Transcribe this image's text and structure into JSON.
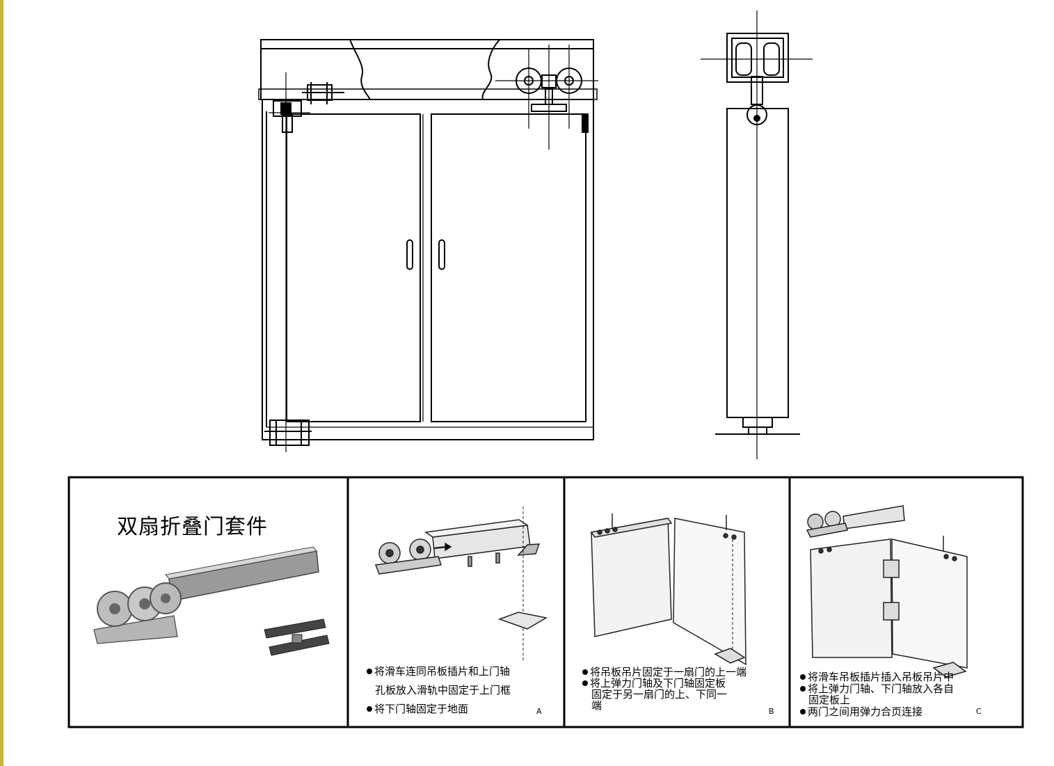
{
  "kit_title": "双扇折叠门套件",
  "panel_a": {
    "letter": "A",
    "steps": [
      "将滑车连同吊板插片和上门轴",
      "孔板放入滑轨中固定于上门框",
      "将下门轴固定于地面"
    ]
  },
  "panel_b": {
    "letter": "B",
    "steps": [
      "将吊板吊片固定于一扇门的上一端",
      "将上弹力门轴及下门轴固定板",
      "固定于另一扇门的上、下同一",
      "端"
    ]
  },
  "panel_c": {
    "letter": "C",
    "steps": [
      "将滑车吊板插片插入吊板吊片中",
      "将上弹力门轴、下门轴放入各自",
      "固定板上",
      "两门之间用弹力合页连接"
    ]
  },
  "colors": {
    "accent_bar": "#c8b43a",
    "line": "#000000"
  }
}
